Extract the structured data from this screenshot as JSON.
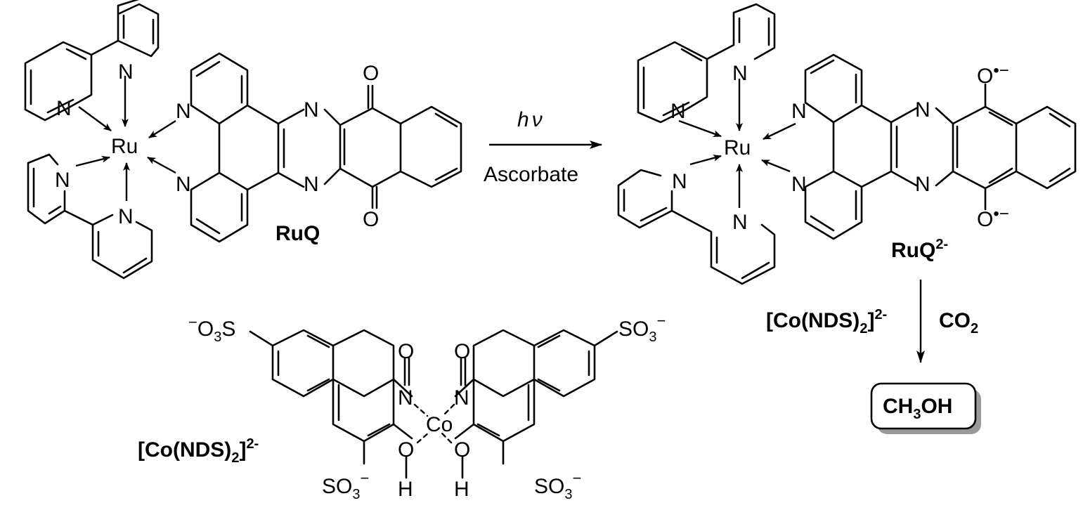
{
  "labels": {
    "ruq": "RuQ",
    "ruq2_main": "RuQ",
    "ruq2_charge": "2-",
    "hv_h": "h",
    "hv_nu": "ν",
    "ascorbate": "Ascorbate",
    "co_catalyst_main": "[Co(NDS)",
    "co_catalyst_sub": "2",
    "co_catalyst_end": "]",
    "co_catalyst_charge": "2-",
    "co2_main": "CO",
    "co2_sub": "2",
    "product_main": "CH",
    "product_sub": "3",
    "product_end": "OH",
    "bottom_label_main": "[Co(NDS)",
    "bottom_label_sub": "2",
    "bottom_label_end": "]",
    "bottom_label_charge": "2-"
  },
  "atoms": {
    "Ru": "Ru",
    "N": "N",
    "O": "O",
    "Co": "Co",
    "H": "H",
    "radical_anion": "•−",
    "sulfonate_left_pre": "−",
    "sulfonate_left_o": "O",
    "sulfonate_left_sub": "3",
    "sulfonate_left_s": "S",
    "sulfonate_s": "SO",
    "sulfonate_sub": "3",
    "minus": "−"
  }
}
